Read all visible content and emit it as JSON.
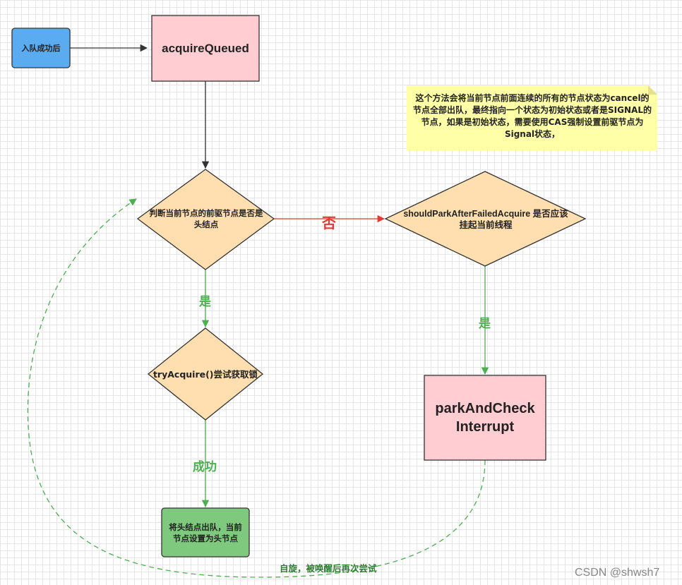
{
  "nodes": {
    "enqueued": "入队成功后",
    "acquire_queued": "acquireQueued",
    "is_pred_head": "判断当前节点的前驱节点是否是头结点",
    "try_acquire": "tryAcquire()尝试获取锁",
    "set_head": "将头结点出队，当前节点设置为头节点",
    "should_park": "shouldParkAfterFailedAcquire 是否应该挂起当前线程",
    "park_check": "parkAndCheck Interrupt"
  },
  "edge_labels": {
    "no": "否",
    "yes_left": "是",
    "yes_right": "是",
    "success": "成功",
    "retry": "自旋，被唤醒后再次尝试"
  },
  "note": "这个方法会将当前节点前面连续的所有的节点状态为cancel的节点全部出队，最终指向一个状态为初始状态或者是SIGNAL的节点，如果是初始状态，需要使用CAS强制设置前驱节点为Signal状态，",
  "watermark": "CSDN @shwsh7",
  "colors": {
    "blue_fill": "#5aabf0",
    "pink_fill": "#ffcdd2",
    "orange_fill": "#ffdfb0",
    "green_fill": "#7fc97f",
    "note_fill": "#ffffa8",
    "green_text": "#4caf50",
    "red_text": "#e53935"
  }
}
